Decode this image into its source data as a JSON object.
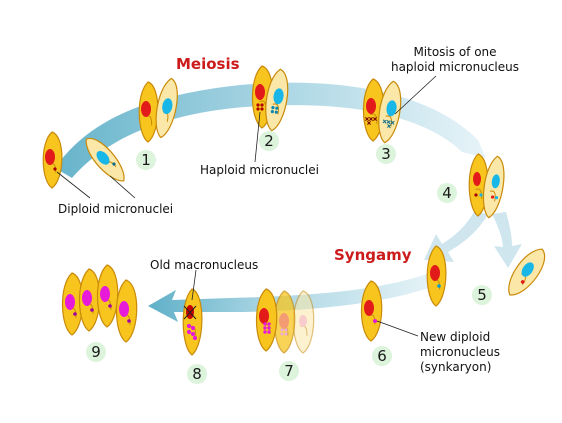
{
  "titles": {
    "meiosis": "Meiosis",
    "syngamy": "Syngamy"
  },
  "labels": {
    "mitosis_line1": "Mitosis of one",
    "mitosis_line2": "haploid micronucleus",
    "haploid": "Haploid micronuclei",
    "diploid": "Diploid micronuclei",
    "old_macro": "Old macronucleus",
    "new_diploid_1": "New diploid",
    "new_diploid_2": "micronucleus",
    "new_diploid_3": "(synkaryon)"
  },
  "steps": [
    "1",
    "2",
    "3",
    "4",
    "5",
    "6",
    "7",
    "8",
    "9"
  ],
  "colors": {
    "cell_fill": "#f7c51e",
    "cell_outline": "#c98a0a",
    "pale_cell_fill": "#fbe8a8",
    "macronucleus_red": "#e31a1a",
    "partner_macronucleus": "#19b6e8",
    "new_macronucleus": "#e61ad8",
    "arrow": "#6cb4cc",
    "title_red": "#cc1b1b",
    "step_badge": "#dcf3dc"
  }
}
